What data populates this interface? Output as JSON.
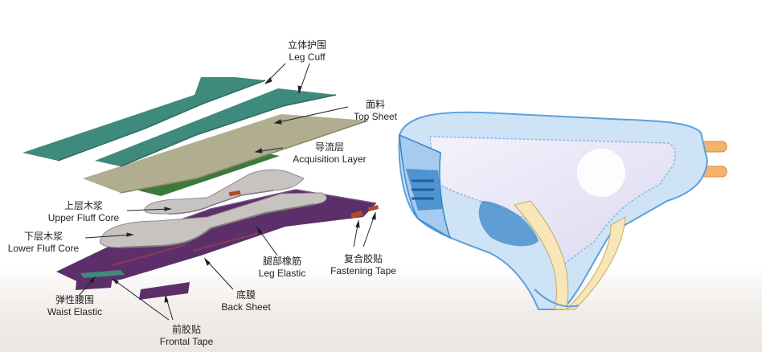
{
  "labels": {
    "leg_cuff": {
      "zh": "立体护围",
      "en": "Leg Cuff"
    },
    "top_sheet": {
      "zh": "面料",
      "en": "Top Sheet"
    },
    "acquisition_layer": {
      "zh": "导流层",
      "en": "Acquisition Layer"
    },
    "upper_fluff_core": {
      "zh": "上层木浆",
      "en": "Upper Fluff Core"
    },
    "lower_fluff_core": {
      "zh": "下层木浆",
      "en": "Lower Fluff Core"
    },
    "leg_elastic": {
      "zh": "腿部橡筋",
      "en": "Leg Elastic"
    },
    "fastening_tape": {
      "zh": "复合胶贴",
      "en": "Fastening Tape"
    },
    "waist_elastic": {
      "zh": "弹性腰围",
      "en": "Waist Elastic"
    },
    "back_sheet": {
      "zh": "底膜",
      "en": "Back Sheet"
    },
    "frontal_tape": {
      "zh": "前胶贴",
      "en": "Frontal Tape"
    }
  },
  "colors": {
    "leg_cuff": "#3e8a7c",
    "top_sheet": "#b1ad91",
    "acquisition_layer": "#3b7a3b",
    "fluff_core": "#c6c3c0",
    "back_sheet": "#5c2f6b",
    "tape": "#b04a2a",
    "diaper_blue": "#7fb8e6",
    "diaper_dark_blue": "#3a86c8",
    "fastener_orange": "#f4b26a"
  }
}
